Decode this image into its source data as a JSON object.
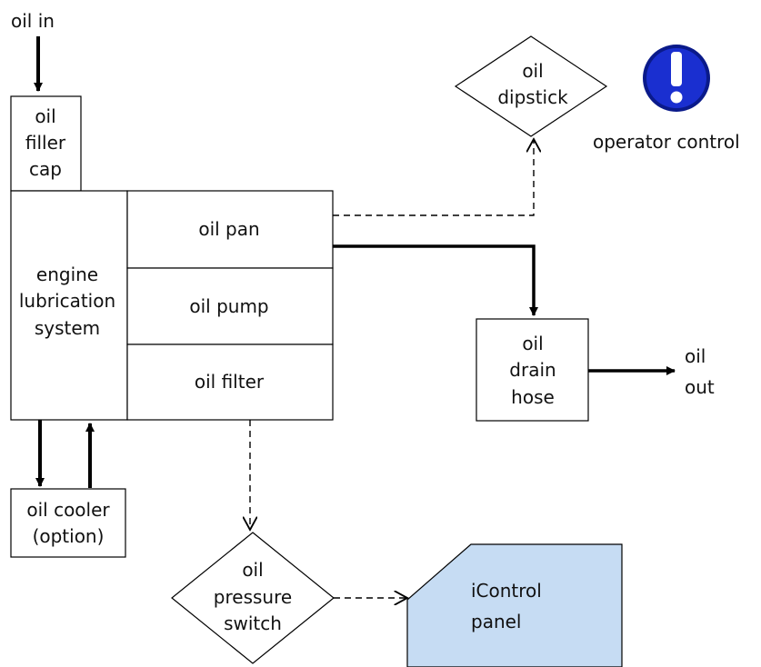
{
  "colors": {
    "line": "#000000",
    "box_fill": "#ffffff",
    "panel_fill": "#c6dcf3",
    "alert_icon_fill": "#1a2fd0",
    "alert_icon_ring": "#0a1a8a",
    "alert_icon_glyph": "#ffffff"
  },
  "labels": {
    "oil_in": "oil in",
    "filler_cap": [
      "oil",
      "filler",
      "cap"
    ],
    "engine_system": [
      "engine",
      "lubrication",
      "system"
    ],
    "oil_pan": "oil pan",
    "oil_pump": "oil pump",
    "oil_filter": "oil filter",
    "oil_cooler": [
      "oil cooler",
      "(option)"
    ],
    "dipstick": [
      "oil",
      "dipstick"
    ],
    "operator_control": "operator control",
    "drain_hose": [
      "oil",
      "drain",
      "hose"
    ],
    "oil_out": [
      "oil",
      "out"
    ],
    "pressure_switch": [
      "oil",
      "pressure",
      "switch"
    ],
    "icontrol_panel": [
      "iControl",
      "panel"
    ]
  },
  "icons": {
    "operator_control": "exclamation-alert-icon"
  }
}
